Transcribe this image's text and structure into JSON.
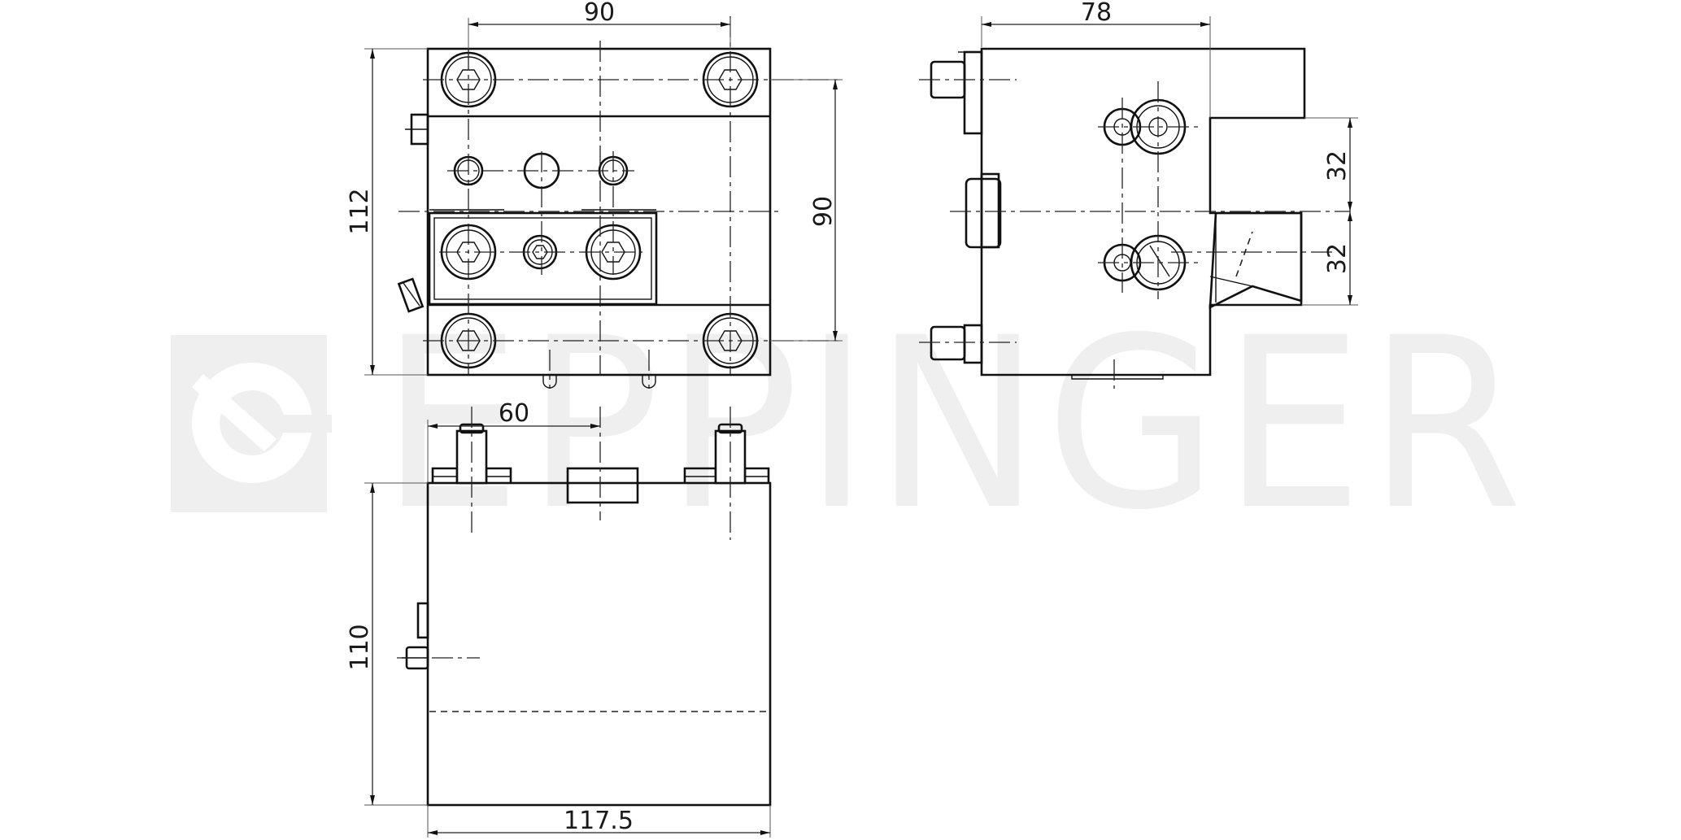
{
  "watermark": {
    "brand": "EPPINGER",
    "color": "#efefef"
  },
  "dimensions": {
    "front_width": "90",
    "front_height": "112",
    "front_bolt_spacing": "90",
    "side_width": "78",
    "side_upper_offset": "32",
    "side_lower_offset": "32",
    "bottom_offset": "60",
    "bottom_height": "110",
    "bottom_width": "117.5"
  },
  "colors": {
    "line": "#111111",
    "background": "#ffffff"
  }
}
